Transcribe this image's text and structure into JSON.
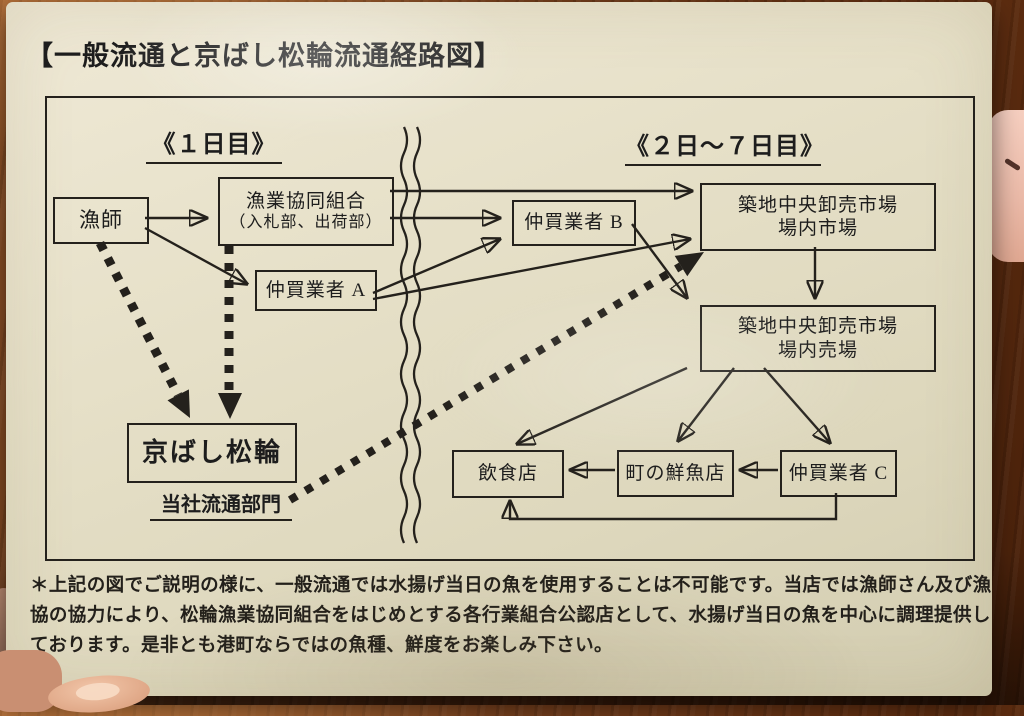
{
  "photo": {
    "title": "【一般流通と京ばし松輪流通経路図】",
    "sections": {
      "day1": "《１日目》",
      "day2_7": "《２日～７日目》"
    },
    "nodes": {
      "fisherman": "漁師",
      "coop_line1": "漁業協同組合",
      "coop_line2": "（入札部、出荷部）",
      "middleman_a": "仲買業者 A",
      "middleman_b": "仲買業者 B",
      "middleman_c": "仲買業者 C",
      "tsukiji_market_line1": "築地中央卸売市場",
      "tsukiji_market_line2": "場内市場",
      "tsukiji_sales_line1": "築地中央卸売市場",
      "tsukiji_sales_line2": "場内売場",
      "restaurant": "飲食店",
      "town_fish_shop": "町の鮮魚店",
      "kyobashi_matsuwa": "京ばし松輪",
      "our_distribution_dept": "当社流通部門"
    },
    "footnote_lines": [
      "＊上記の図でご説明の様に、一般流通では水揚げ当日の魚を使用することは不可能です。当店では漁師さん及び漁",
      "協の協力により、松輪漁業協同組合をはじめとする各行業組合公認店として、水揚げ当日の魚を中心に調理提供し",
      "ております。是非とも港町ならではの魚種、鮮度をお楽しみ下さい。"
    ],
    "colors": {
      "ink": "#24211c",
      "paper": "#e6e0c8",
      "wood": "#7c4420"
    }
  }
}
